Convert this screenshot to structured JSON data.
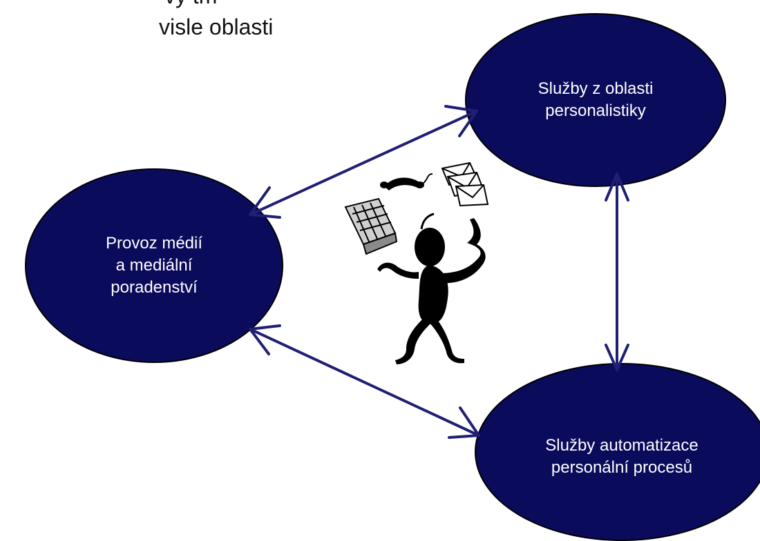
{
  "heading": {
    "line1": "vý tm",
    "line2": "visle oblasti"
  },
  "nodes": {
    "personalistika": {
      "line1": "Služby z oblasti",
      "line2": "personalistiky"
    },
    "media": {
      "line1": "Provoz médií",
      "line2": "a mediální",
      "line3": "poradenství"
    },
    "automatizace": {
      "line1": "Služby automatizace",
      "line2": "personální procesů"
    }
  },
  "colors": {
    "node_fill": "#0b0b5c",
    "arrow": "#1f1f73",
    "text": "#ffffff"
  },
  "illustration": {
    "name": "juggling-person-clipart",
    "items": [
      "telephone-icon",
      "envelopes-icon",
      "keyboard-icon"
    ]
  }
}
